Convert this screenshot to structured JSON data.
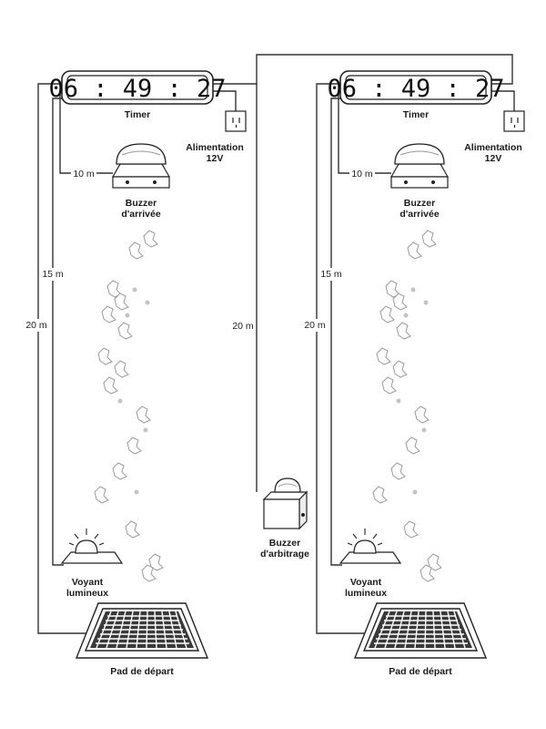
{
  "systems": [
    {
      "timer_display": "06 : 49 : 27",
      "timer_label": "Timer",
      "power_label_1": "Alimentation",
      "power_label_2": "12V",
      "buzzer_label_1": "Buzzer",
      "buzzer_label_2": "d'arrivée",
      "dist_buzzer": "10 m",
      "dist_light": "15 m",
      "dist_pad": "20 m",
      "light_label_1": "Voyant",
      "light_label_2": "lumineux",
      "pad_label": "Pad de départ"
    },
    {
      "timer_display": "06 : 49 : 27",
      "timer_label": "Timer",
      "power_label_1": "Alimentation",
      "power_label_2": "12V",
      "buzzer_label_1": "Buzzer",
      "buzzer_label_2": "d'arrivée",
      "dist_buzzer": "10 m",
      "dist_light": "15 m",
      "dist_pad": "20 m",
      "light_label_1": "Voyant",
      "light_label_2": "lumineux",
      "pad_label": "Pad de départ"
    }
  ],
  "referee": {
    "label_1": "Buzzer",
    "label_2": "d'arbitrage",
    "dist": "20 m"
  }
}
